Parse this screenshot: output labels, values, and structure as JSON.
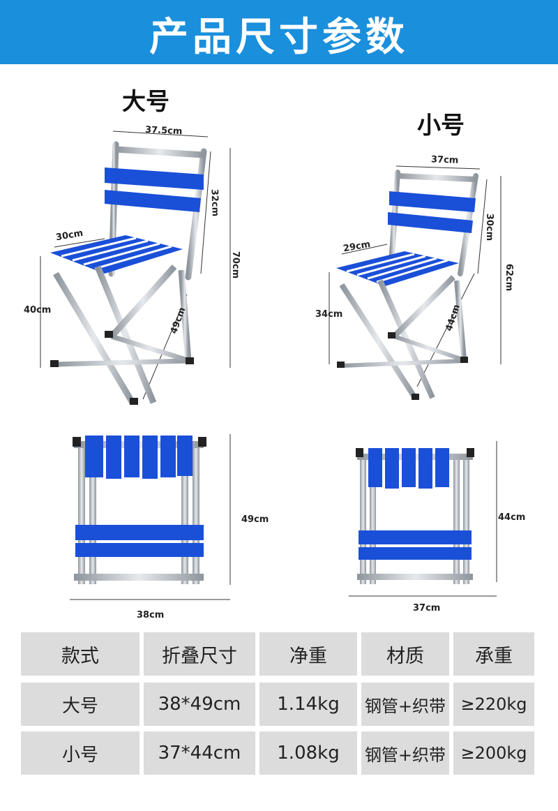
{
  "header": {
    "title": "产品尺寸参数"
  },
  "large": {
    "label": "大号",
    "dims": {
      "top": "37.5cm",
      "back": "32cm",
      "depth": "30cm",
      "height": "70cm",
      "seat_height": "40cm",
      "leg": "49cm",
      "folded_height": "49cm",
      "folded_width": "38cm"
    }
  },
  "small": {
    "label": "小号",
    "dims": {
      "top": "37cm",
      "back": "30cm",
      "depth": "29cm",
      "height": "62cm",
      "seat_height": "34cm",
      "leg": "44cm",
      "folded_height": "44cm",
      "folded_width": "37cm"
    }
  },
  "table": {
    "headers": [
      "款式",
      "折叠尺寸",
      "净重",
      "材质",
      "承重"
    ],
    "rows": [
      [
        "大号",
        "38*49cm",
        "1.14kg",
        "钢管+织带",
        "≥220kg"
      ],
      [
        "小号",
        "37*44cm",
        "1.08kg",
        "钢管+织带",
        "≥200kg"
      ]
    ]
  },
  "colors": {
    "header": "#1a8fdc",
    "strap": "#1a4fd8",
    "steel": "#b9bec4",
    "cell": "#dcdcdc"
  }
}
